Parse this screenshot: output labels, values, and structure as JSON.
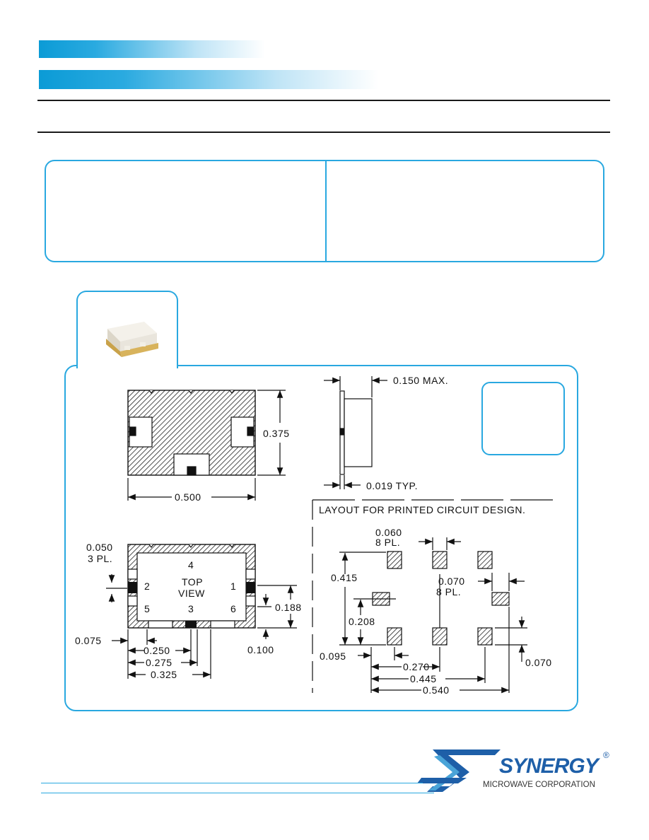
{
  "colors": {
    "accent": "#29a8e0",
    "bar_start": "#0b9bd6",
    "ink": "#111111",
    "logo": "#1e5fa8"
  },
  "drawing": {
    "package_width": "0.500",
    "package_height": "0.375",
    "side_max": "0.150  MAX.",
    "side_typ": "0.019  TYP.",
    "layout_title": "LAYOUT  FOR  PRINTED CIRCUIT  DESIGN.",
    "top_view": {
      "line1": "TOP",
      "line2": "VIEW"
    },
    "pins": [
      "4",
      "2",
      "1",
      "5",
      "3",
      "6"
    ],
    "dims": {
      "d050": "0.050",
      "pl3": "3  PL.",
      "d075": "0.075",
      "d250": "0.250",
      "d275": "0.275",
      "d325": "0.325",
      "d188": "0.188",
      "d100": "0.100",
      "d060": "0.060",
      "pl8a": "8  PL.",
      "d415": "0.415",
      "d070a": "0.070",
      "pl8b": "8  PL.",
      "d208": "0.208",
      "d095": "0.095",
      "d270": "0.270",
      "d445": "0.445",
      "d540": "0.540",
      "d070b": "0.070"
    }
  },
  "logo": {
    "name": "SYNERGY",
    "reg": "®",
    "tagline": "MICROWAVE CORPORATION"
  }
}
